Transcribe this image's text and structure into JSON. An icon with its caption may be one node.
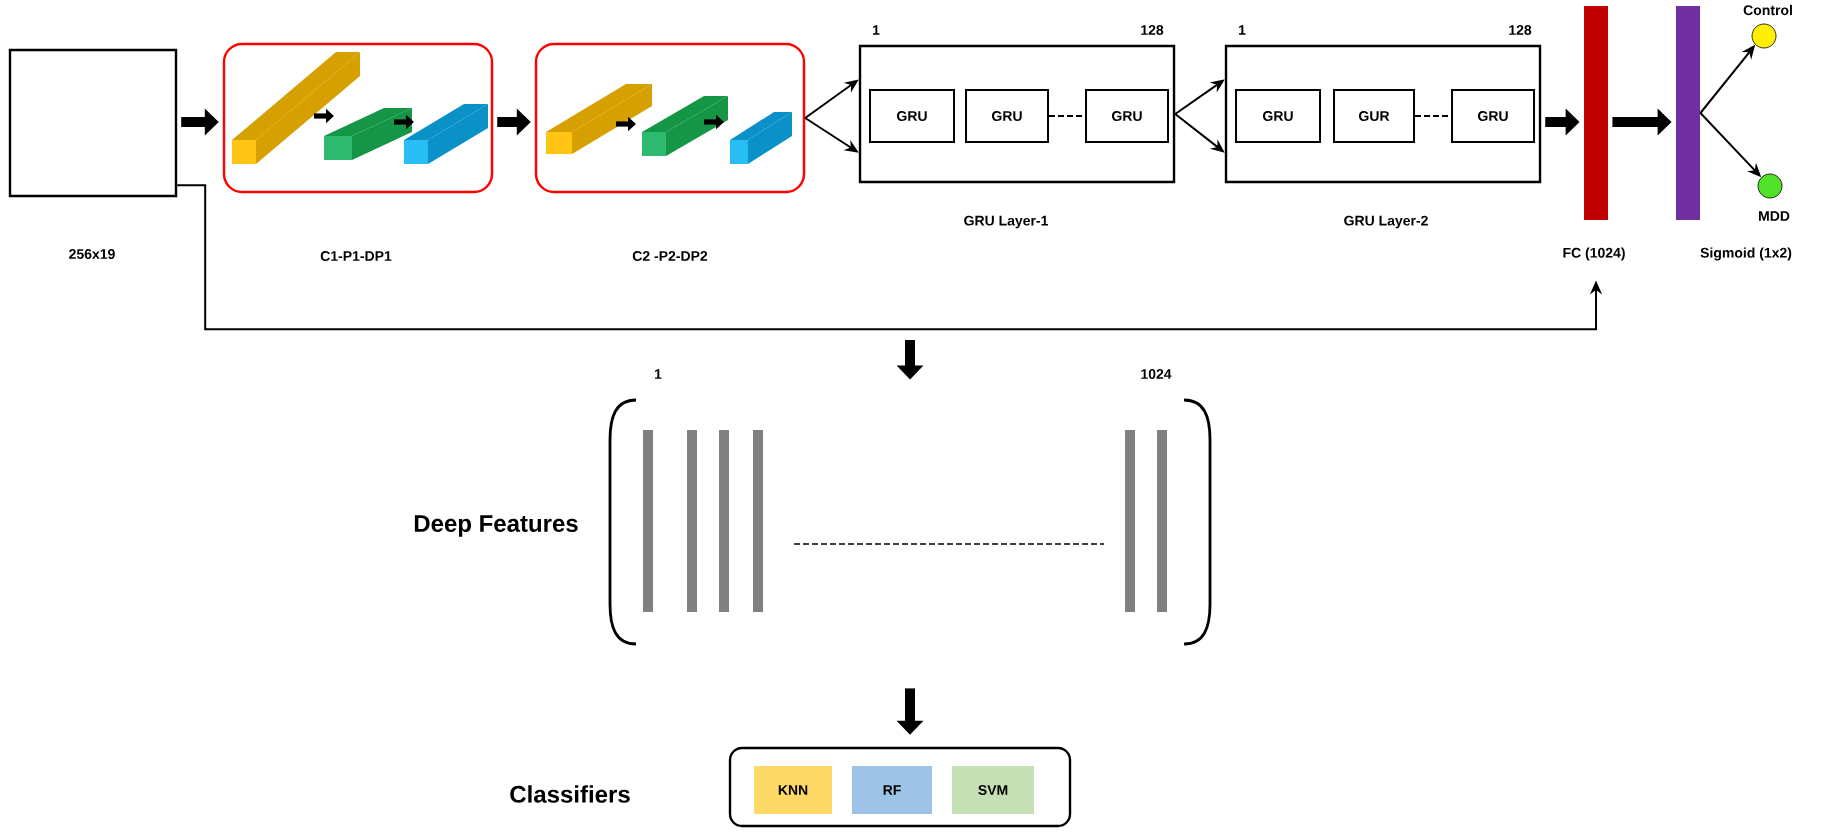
{
  "diagram": {
    "nodes": [
      {
        "text": [],
        "shape": "box",
        "beside": [
          "256x19"
        ]
      },
      {
        "text": [],
        "shape": "box"
      },
      {
        "text": [],
        "shape": "box"
      },
      {
        "text": [],
        "shape": "box",
        "beside": [
          "1",
          "128",
          "GRU Layer-1"
        ]
      },
      {
        "text": [
          "GRU"
        ],
        "in": 3
      },
      {
        "text": [
          "GRU"
        ],
        "in": 3
      },
      {
        "text": [
          "GRU"
        ],
        "in": 3
      },
      {
        "text": [],
        "shape": "box",
        "beside": [
          "1",
          "128",
          "GRU Layer-2"
        ]
      },
      {
        "text": [
          "GRU"
        ],
        "in": 7
      },
      {
        "text": [
          "GUR"
        ],
        "in": 7
      },
      {
        "text": [
          "GRU"
        ],
        "in": 7
      },
      {
        "text": [],
        "shape": "bar",
        "beside": [
          "FC (1024)"
        ]
      },
      {
        "text": [],
        "shape": "bar",
        "beside": [
          "Sigmoid (1x2)"
        ]
      },
      {
        "text": [],
        "shape": "circle",
        "beside": [
          "Control"
        ]
      },
      {
        "text": [],
        "shape": "circle",
        "beside": [
          "MDD"
        ]
      },
      {
        "text": [],
        "shape": "box",
        "beside": [
          "Deep Features",
          "1",
          "1024"
        ]
      },
      {
        "text": [],
        "shape": "box"
      },
      {
        "text": [
          "KNN"
        ],
        "in": 16
      },
      {
        "text": [
          "RF"
        ],
        "in": 16
      },
      {
        "text": [
          "SVM"
        ],
        "in": 16
      }
    ],
    "edges": [
      {
        "from": 0,
        "to": 1,
        "arrow": "to",
        "style": "thick"
      },
      {
        "from": 1,
        "to": 2,
        "arrow": "to",
        "style": "thick"
      },
      {
        "from": 2,
        "to": 3,
        "arrow": "to"
      },
      {
        "from": 2,
        "to": 3,
        "arrow": "to"
      },
      {
        "from": 5,
        "to": 6,
        "arrow": "none",
        "style": "dashed"
      },
      {
        "from": 3,
        "to": 7,
        "arrow": "to"
      },
      {
        "from": 3,
        "to": 7,
        "arrow": "to"
      },
      {
        "from": 9,
        "to": 10,
        "arrow": "none",
        "style": "dashed"
      },
      {
        "from": 7,
        "to": 11,
        "arrow": "to",
        "style": "thick"
      },
      {
        "from": 11,
        "to": 12,
        "arrow": "to",
        "style": "thick"
      },
      {
        "from": 12,
        "to": 13,
        "arrow": "to"
      },
      {
        "from": 12,
        "to": 14,
        "arrow": "to"
      },
      {
        "from": 0,
        "to": 11,
        "arrow": "to"
      },
      {
        "from": null,
        "to": 15,
        "arrow": "to",
        "style": "thick"
      },
      {
        "from": 15,
        "to": 16,
        "arrow": "to",
        "style": "thick"
      }
    ],
    "labels": [
      "C1-P1-DP1",
      "C2 -P2-DP2",
      "Classifiers"
    ]
  }
}
